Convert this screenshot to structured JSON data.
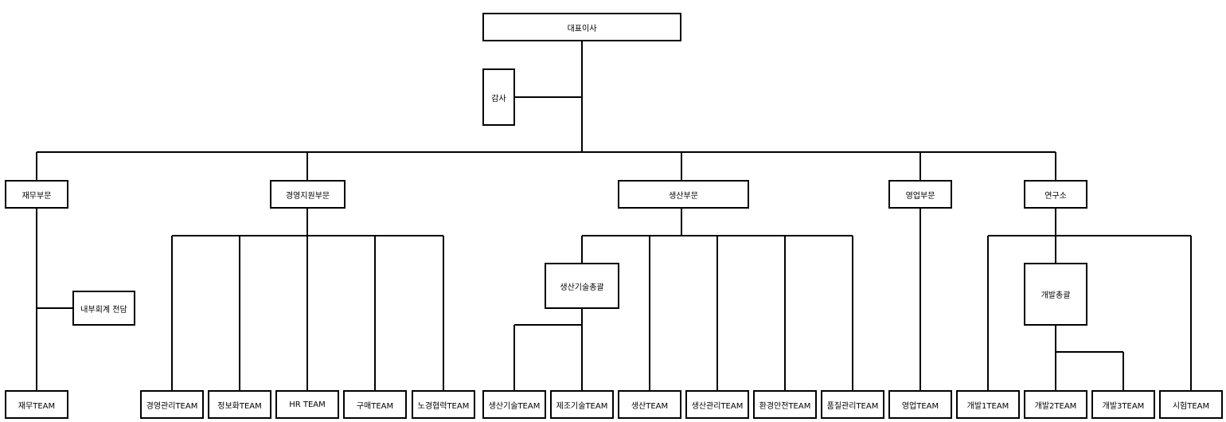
{
  "org": {
    "ceo": "대표이사",
    "audit": "감사",
    "divisions": {
      "finance": "재무부문",
      "management_support": "경영지원부문",
      "production": "생산부문",
      "sales": "영업부문",
      "research": "연구소"
    },
    "internal_accounting": "내부회계 전담",
    "production_tech_general": "생산기술총괄",
    "development_general": "개발총괄",
    "teams": {
      "finance_team": "재무TEAM",
      "business_mgmt_team": "경영관리TEAM",
      "info_team": "정보화TEAM",
      "hr_team": "HR TEAM",
      "purchasing_team": "구매TEAM",
      "labor_team": "노경협력TEAM",
      "prod_tech_team": "생산기술TEAM",
      "mfg_tech_team": "제조기술TEAM",
      "production_team": "생산TEAM",
      "prod_mgmt_team": "생산관리TEAM",
      "env_safety_team": "환경안전TEAM",
      "quality_team": "품질관리TEAM",
      "sales_team": "영업TEAM",
      "dev1_team": "개발1TEAM",
      "dev2_team": "개발2TEAM",
      "dev3_team": "개발3TEAM",
      "test_team": "시험TEAM"
    }
  }
}
